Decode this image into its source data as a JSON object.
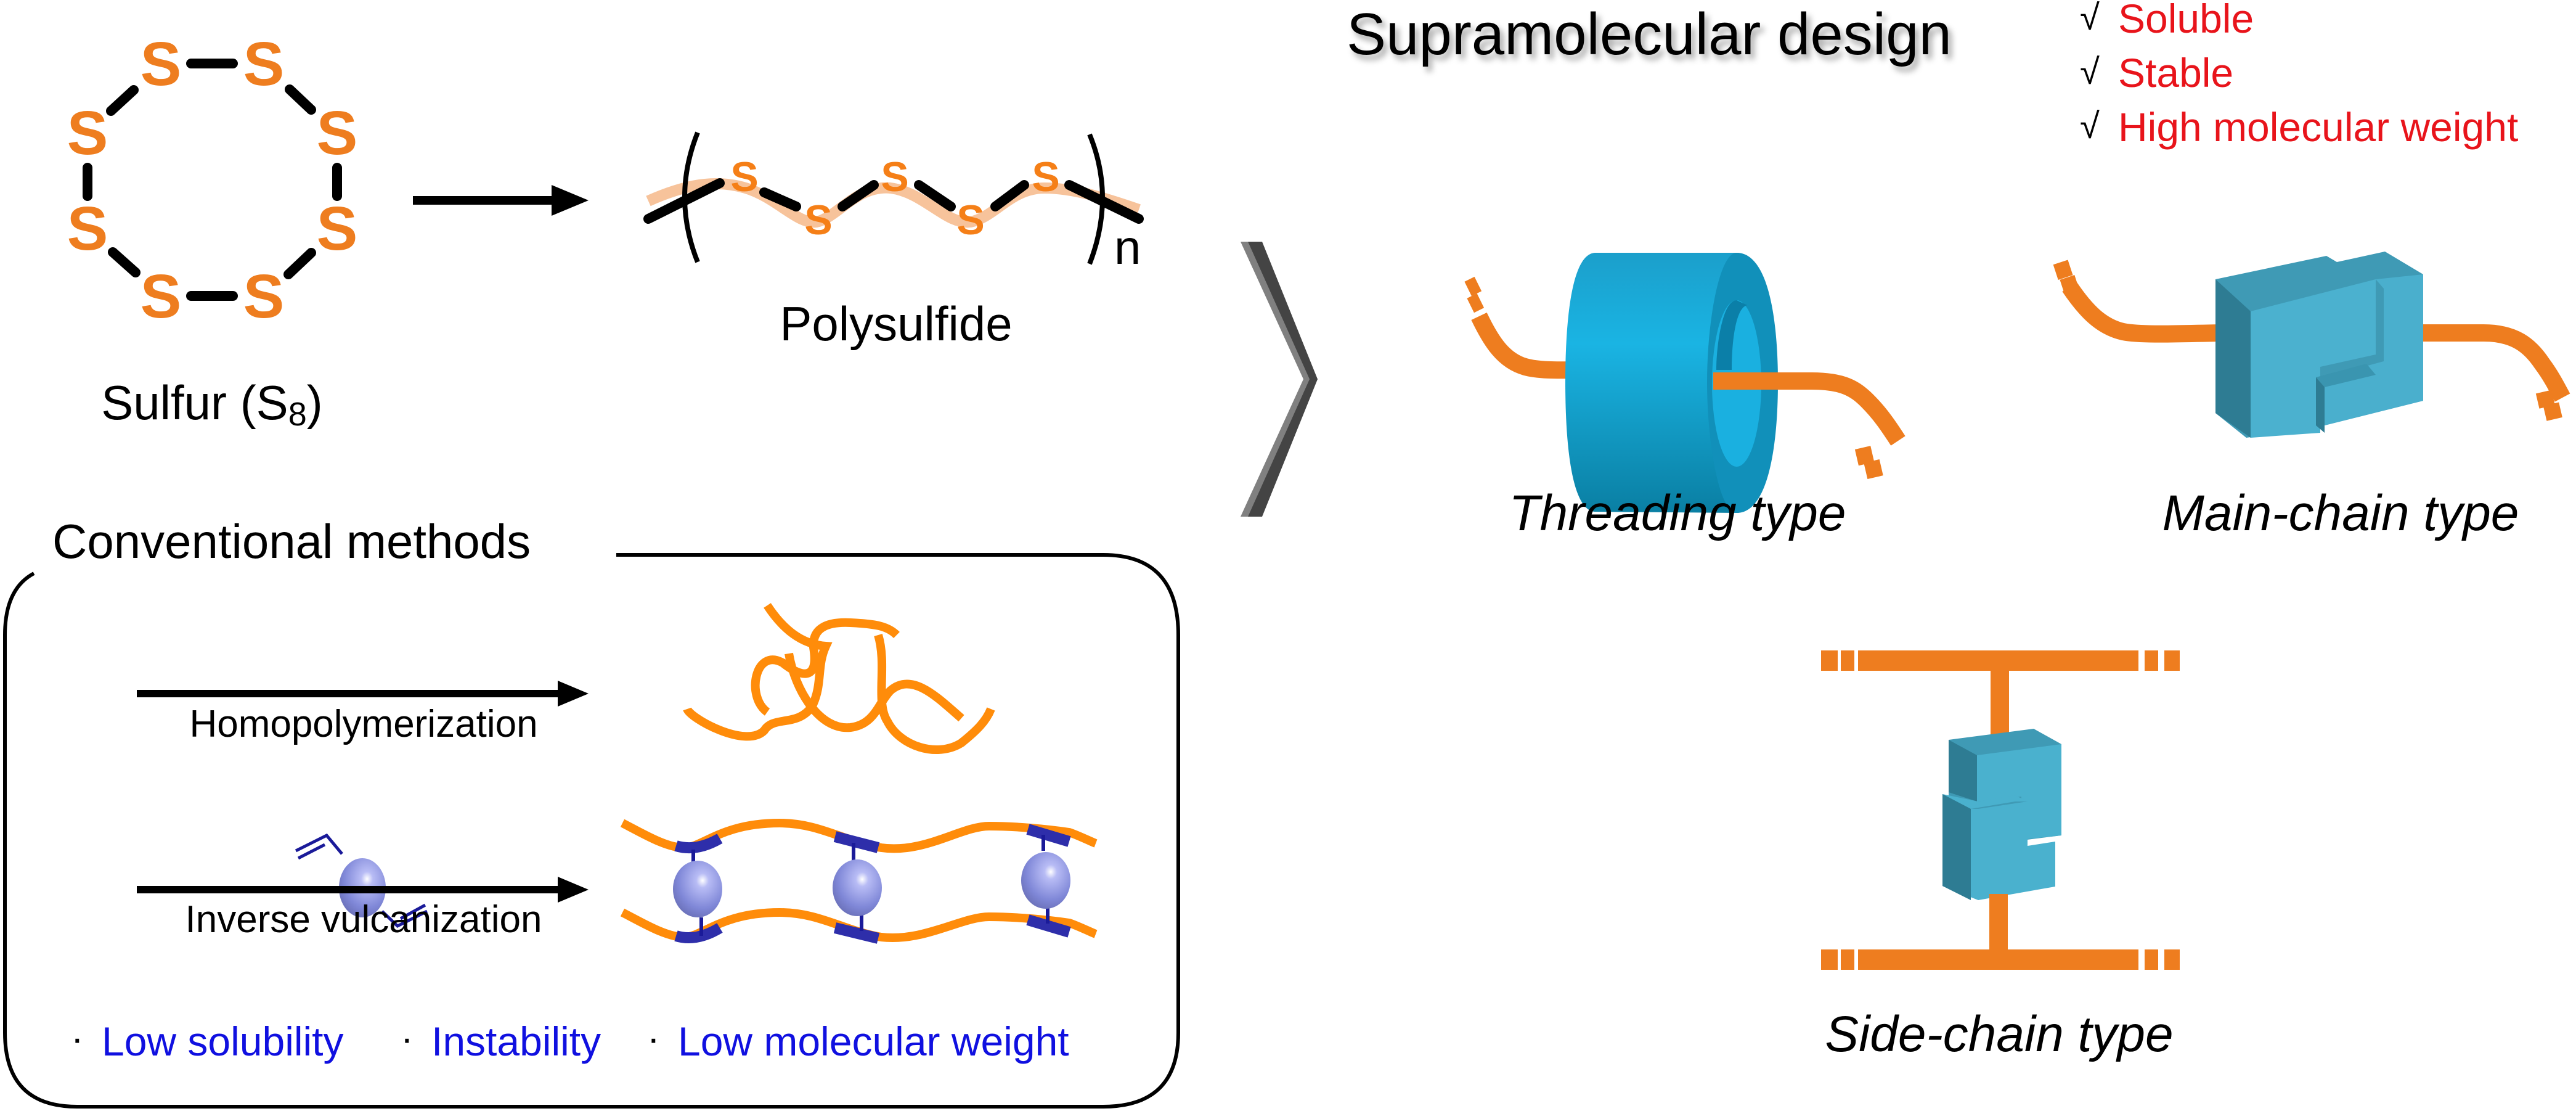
{
  "sulfur": {
    "atom_symbol": "S",
    "label_prefix": "Sulfur (S",
    "label_subscript": "8",
    "label_suffix": ")"
  },
  "polysulfide": {
    "atom_symbol": "S",
    "repeat_index": "n",
    "label": "Polysulfide"
  },
  "conventional": {
    "title": "Conventional methods",
    "method_1": "Homopolymerization",
    "method_2": "Inverse vulcanization",
    "drawbacks": [
      "Low solubility",
      "Instability",
      "Low molecular weight"
    ],
    "bullet": "·"
  },
  "supramolecular": {
    "title": "Supramolecular design",
    "check_glyph": "√",
    "advantages": [
      "Soluble",
      "Stable",
      "High molecular weight"
    ],
    "types": [
      "Threading type",
      "Main-chain type",
      "Side-chain type"
    ]
  },
  "colors": {
    "sulfur_orange": "#EE7D1F",
    "host_blue": "#1AAEDD",
    "block_blue": "#4BB0CD",
    "advantage_red": "#E8141B",
    "drawback_blue": "#1010E0",
    "crosslinker_purple": "#8C93E0"
  }
}
